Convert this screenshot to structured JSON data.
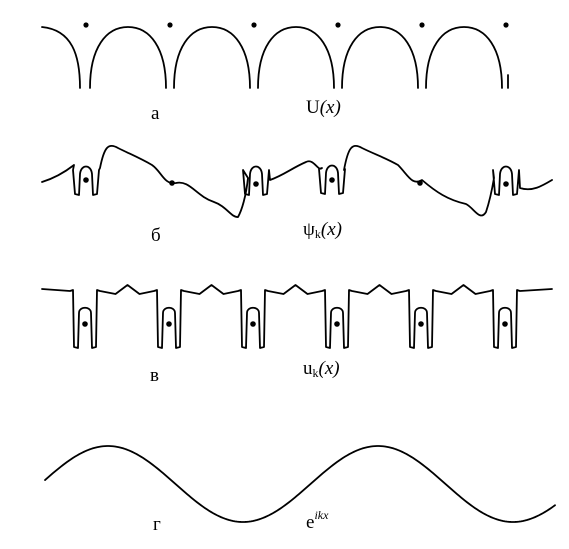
{
  "panels": [
    {
      "letter": "а",
      "base": "U",
      "sub": "",
      "sup": "",
      "arg": "(x)"
    },
    {
      "letter": "б",
      "base": "ψ",
      "sub": "k",
      "sup": "",
      "arg": "(x)"
    },
    {
      "letter": "в",
      "base": "u",
      "sub": "k",
      "sup": "",
      "arg": "(x)"
    },
    {
      "letter": "г",
      "base": "e",
      "sub": "",
      "sup": "ikx",
      "arg": ""
    }
  ]
}
